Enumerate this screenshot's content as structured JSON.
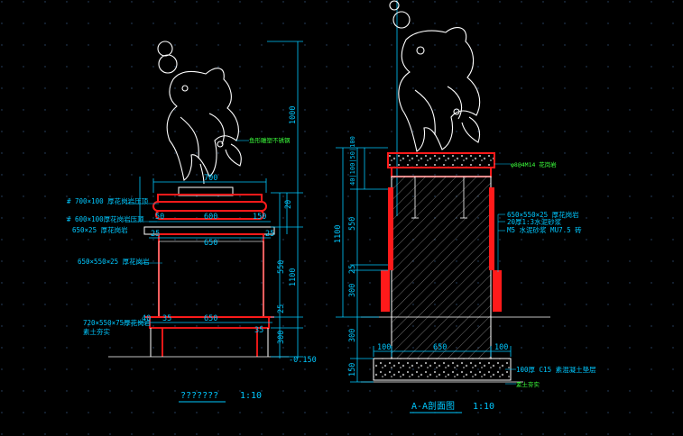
{
  "left_view": {
    "dims": {
      "top_width": "700",
      "side_50": "50",
      "mid_600": "600",
      "side_150": "150",
      "side_25a": "25",
      "side_25b": "25",
      "inner_650": "650",
      "bot_40": "40",
      "bot_35": "35",
      "bot_650": "650",
      "bot_35b": "35",
      "v_1000": "1000",
      "v_1100": "1100",
      "v_550": "550",
      "v_300": "300",
      "v_25": "25",
      "v_20": "20",
      "level": "-0.150"
    },
    "notes": {
      "n1": "# 700×100 厚花岗岩压顶",
      "n2": "# 600×100厚花岗岩压顶",
      "n3": "650×25 厚花岗岩",
      "n4": "650×550×25 厚花岗岩",
      "n5": "720×550×75厚花岗岩",
      "n6": "素土夯实",
      "n7": "鱼形雕塑不锈钢"
    },
    "title": "???????",
    "scale": "1:10"
  },
  "right_view": {
    "dims": {
      "v_1100": "1100",
      "v_550": "550",
      "v_25": "25",
      "v_300": "300",
      "v_300b": "300",
      "v_150": "150",
      "v_top": "40|100|50|100",
      "bot_100": "100",
      "bot_650": "650",
      "bot_100b": "100"
    },
    "notes": {
      "n1": "φ8@4M14 花岗岩",
      "n2": "650×550×25 厚花岗岩",
      "n3": "20厚1:3水泥砂浆",
      "n4": "M5 水泥砂浆 MU7.5 砖",
      "n5": "100厚 C15 素混凝土垫层",
      "n6": "素土夯实"
    },
    "title": "A-A剖面图",
    "scale": "1:10"
  },
  "colors": {
    "background": "#000000",
    "dim": "#00c8ff",
    "outline": "#ffffff",
    "red": "#ff1a1a",
    "green": "#3cff3c",
    "dots": "#2d4a6e"
  }
}
